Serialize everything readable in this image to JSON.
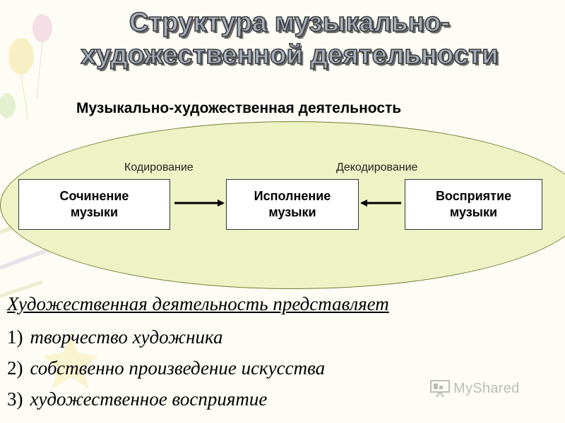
{
  "title": {
    "line1": "Структура музыкально-",
    "line2": "художественной деятельности"
  },
  "diagram": {
    "heading": "Музыкально-художественная деятельность",
    "process_labels": {
      "coding": "Кодирование",
      "decoding": "Декодирование"
    },
    "boxes": {
      "composition": "Сочинение\nмузыки",
      "performance": "Исполнение\nмузыки",
      "perception": "Восприятие\nмузыки"
    }
  },
  "statement": "Художественная деятельность представляет",
  "list": [
    {
      "num": "1)",
      "text": "творчество художника"
    },
    {
      "num": "2)",
      "text": "собственно произведение искусства"
    },
    {
      "num": "3)",
      "text": "художественное восприятие"
    }
  ],
  "watermark": {
    "text": "MyShared",
    "icon": "presentation-board-icon"
  },
  "colors": {
    "ellipse_fill": "#eef3c6",
    "ellipse_border": "#6f7f2f",
    "title_fill": "#a7b0bd",
    "background": "#fdfdf6"
  }
}
